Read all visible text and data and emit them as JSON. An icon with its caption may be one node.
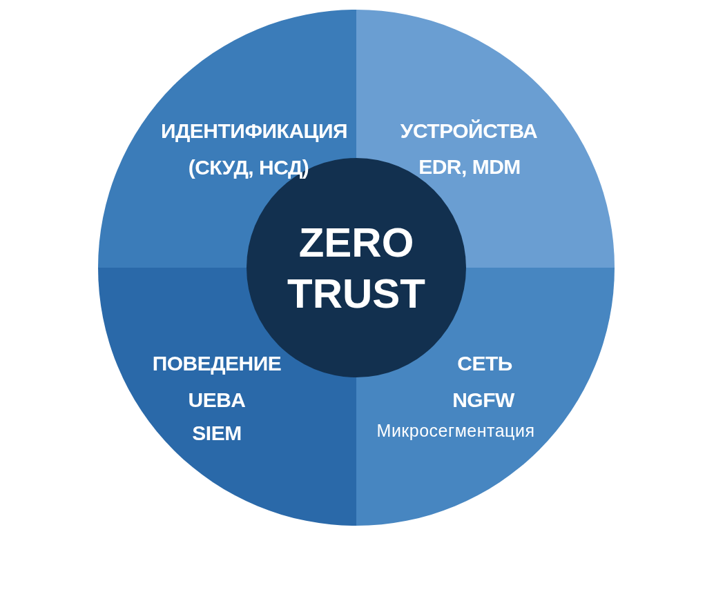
{
  "diagram": {
    "nodes": [
      {
        "text": [
          "ИДЕНТИФИКАЦИЯ",
          "(СКУД, НСД)"
        ]
      },
      {
        "text": [
          "УСТРОЙСТВА",
          "EDR, MDM"
        ]
      },
      {
        "text": [
          "ZERO TRUST"
        ]
      },
      {
        "text": [
          "ПОВЕДЕНИЕ",
          "UEBA",
          "SIEM"
        ]
      },
      {
        "text": [
          "СЕТЬ",
          "NGFW",
          "Микросегментация"
        ]
      }
    ]
  }
}
